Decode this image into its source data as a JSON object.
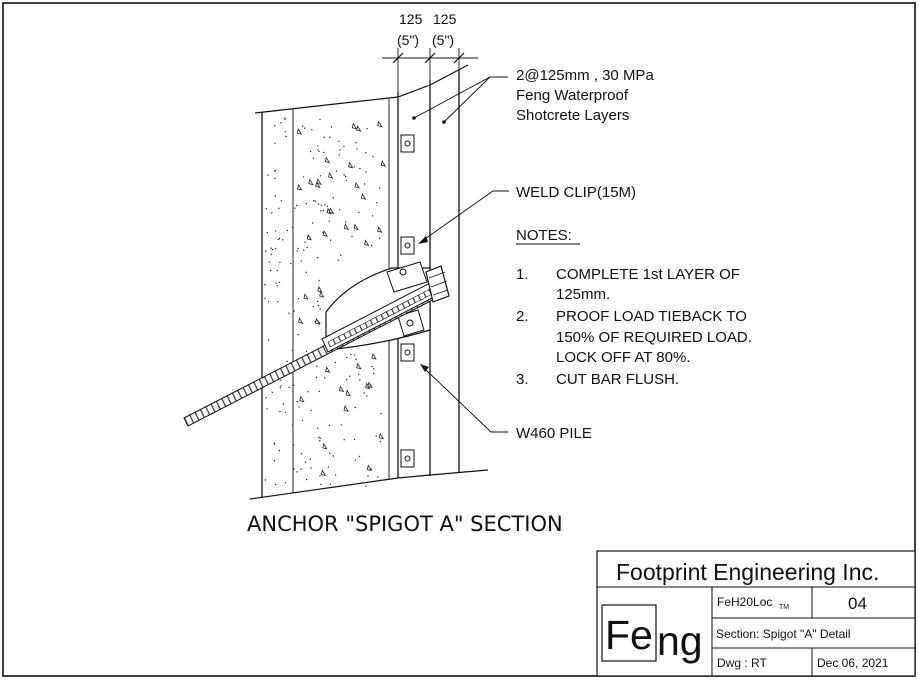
{
  "dimensions": {
    "left": {
      "mm": "125",
      "in": "(5\")"
    },
    "right": {
      "mm": "125",
      "in": "(5\")"
    }
  },
  "callouts": {
    "shotcrete": [
      "2@125mm , 30 MPa",
      "Feng Waterproof",
      "Shotcrete Layers"
    ],
    "weld_clip": "WELD CLIP(15M)",
    "pile": "W460 PILE"
  },
  "notes": {
    "heading": "NOTES:",
    "items": [
      {
        "num": "1.",
        "lines": [
          "COMPLETE 1st LAYER OF",
          "125mm."
        ]
      },
      {
        "num": "2.",
        "lines": [
          "PROOF LOAD TIEBACK TO",
          "150% OF REQUIRED LOAD.",
          "LOCK OFF AT 80%."
        ]
      },
      {
        "num": "3.",
        "lines": [
          "CUT BAR FLUSH."
        ]
      }
    ]
  },
  "section_title": "ANCHOR \"SPIGOT A\" SECTION",
  "title_block": {
    "company": "Footprint Engineering Inc.",
    "logo_left": "Fe",
    "logo_right": "ng",
    "product": "FeH20Loc",
    "trademark": "TM",
    "sheet": "04",
    "section": "Section: Spigot \"A\" Detail",
    "drawn_by": "Dwg : RT",
    "date": "Dec 06, 2021"
  },
  "colors": {
    "line": "#111111",
    "background": "#ffffff"
  }
}
